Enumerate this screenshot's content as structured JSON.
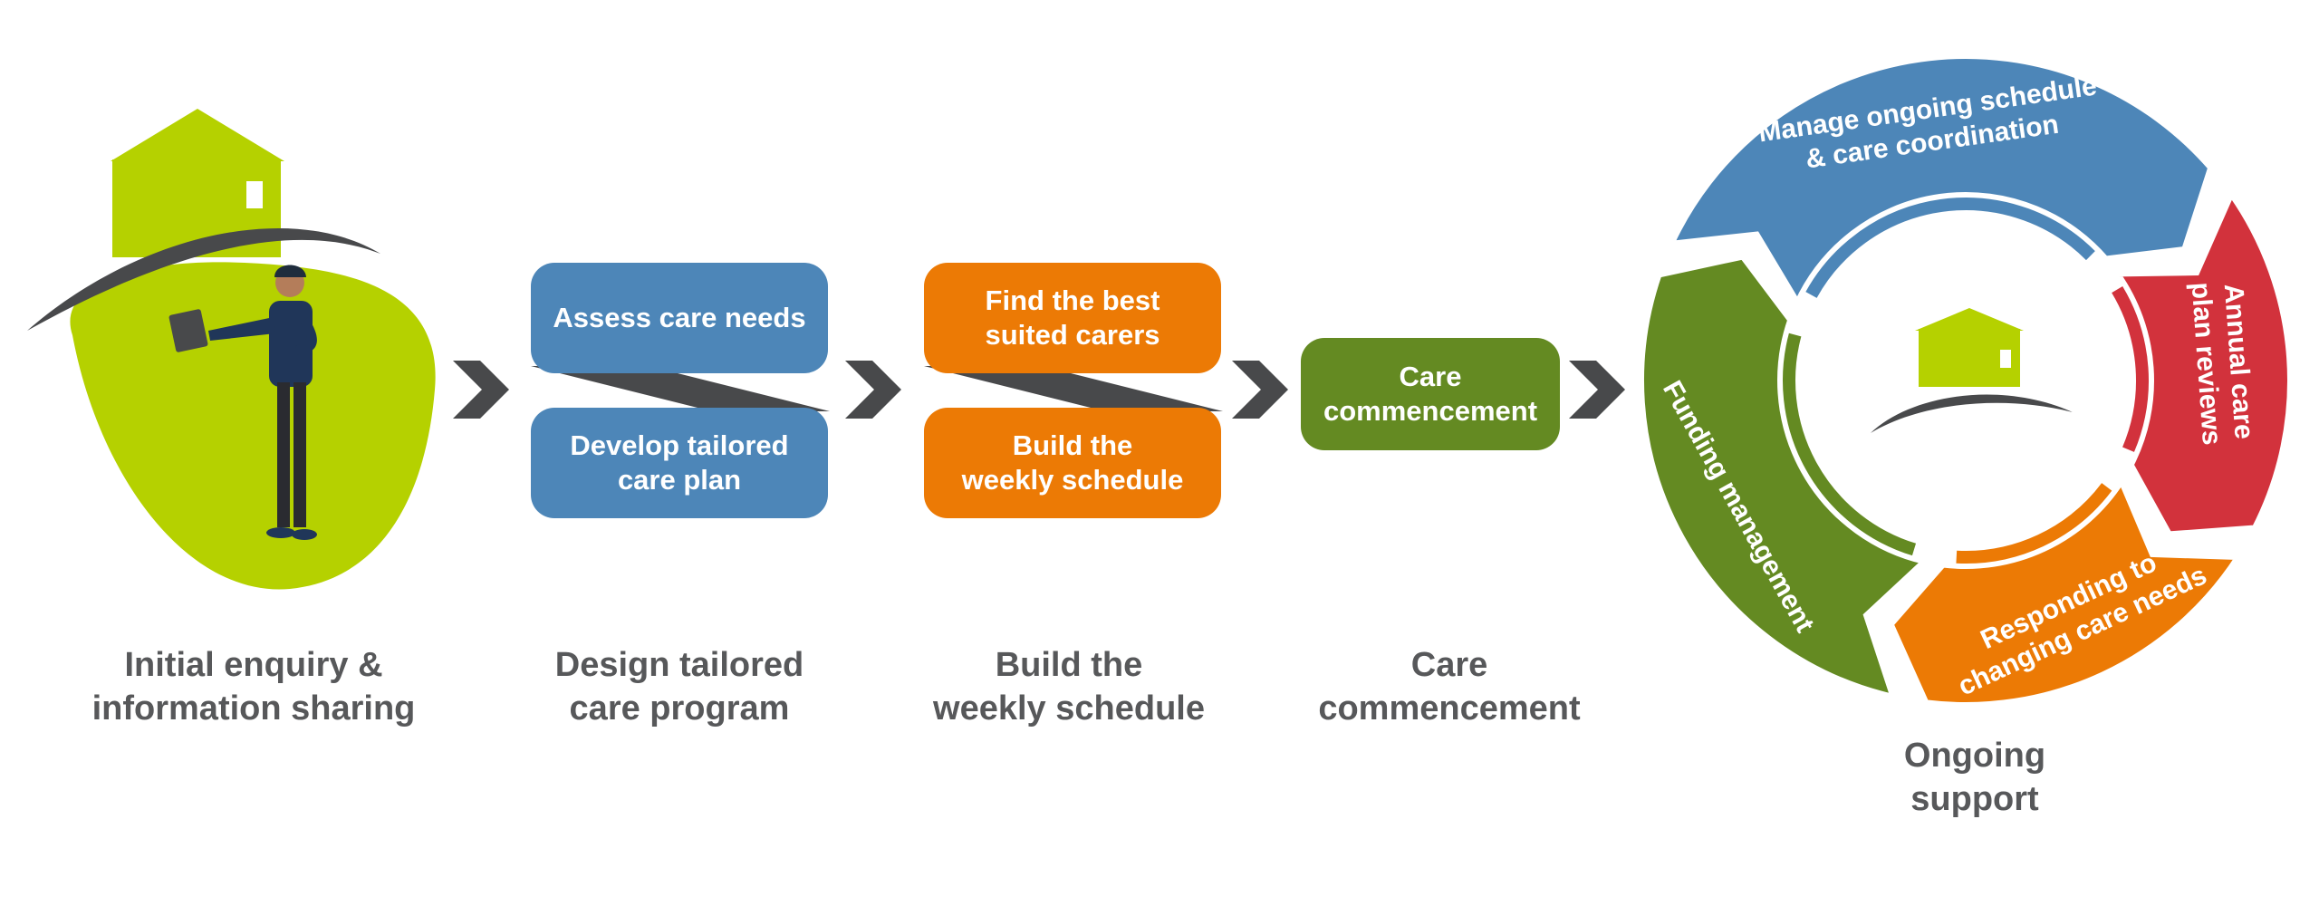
{
  "steps": [
    {
      "label": "Initial enquiry &\ninformation sharing"
    },
    {
      "label": "Design tailored\ncare program",
      "boxes": [
        "Assess care needs",
        "Develop tailored\ncare plan"
      ]
    },
    {
      "label": "Build the\nweekly schedule",
      "boxes": [
        "Find the best\nsuited carers",
        "Build the\nweekly schedule"
      ]
    },
    {
      "label": "Care\ncommencement",
      "boxes": [
        "Care\ncommencement"
      ]
    }
  ],
  "cycle": {
    "label": "Ongoing\nsupport",
    "segments": [
      {
        "line1": "Manage ongoing schedule",
        "line2": "& care coordination"
      },
      {
        "line1": "Annual care",
        "line2": "plan reviews"
      },
      {
        "line1": "Responding to",
        "line2": "changing care needs"
      },
      {
        "line1": "Funding management",
        "line2": ""
      }
    ]
  },
  "colors": {
    "blue": "#4d86b8",
    "orange": "#ec7a05",
    "green": "#648a22",
    "red": "#d2323c",
    "lime": "#b5d100",
    "dark": "#48494b",
    "text": "#57585a"
  }
}
